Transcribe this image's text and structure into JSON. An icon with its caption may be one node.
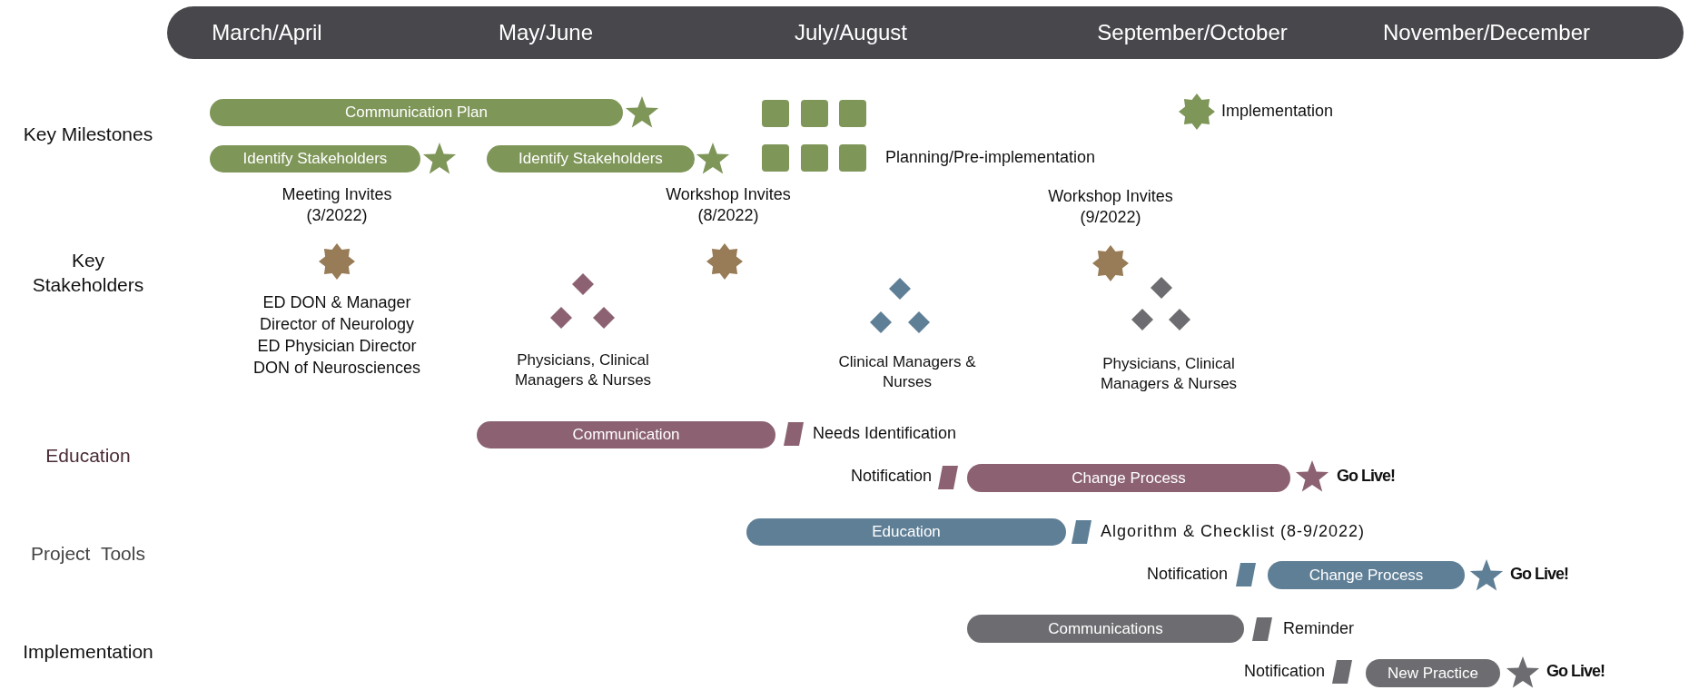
{
  "diagram": {
    "nodes": [
      {
        "text": [
          "March/April",
          "May/June",
          "July/August",
          "September/October",
          "November/December"
        ]
      },
      {
        "text": [
          "Communication Plan"
        ]
      },
      {
        "text": [
          "Identify Stakeholders"
        ]
      },
      {
        "text": [
          "Identify Stakeholders"
        ]
      },
      {
        "text": [
          "Communication"
        ]
      },
      {
        "text": [
          "Change Process"
        ]
      },
      {
        "text": [
          "Education"
        ]
      },
      {
        "text": [
          "Change Process"
        ]
      },
      {
        "text": [
          "Communications"
        ]
      },
      {
        "text": [
          "New Practice"
        ]
      }
    ],
    "edges": [],
    "labels": [
      "Key Milestones",
      "Meeting Invites (3/2022)",
      "Workshop Invites (8/2022)",
      "Workshop Invites (9/2022)",
      "Key Stakeholders",
      "ED DON & Manager",
      "Director of Neurology",
      "ED Physician Director",
      "DON of Neurosciences",
      "Physicians, Clinical Managers & Nurses",
      "Clinical Managers & Nurses",
      "Physicians, Clinical Managers & Nurses",
      "Needs Identification",
      "Education",
      "Notification",
      "Go Live!",
      "Algorithm & Checklist (8-9/2022)",
      "Project Tools",
      "Notification",
      "Go Live!",
      "Reminder",
      "Implementation",
      "Notification",
      "Go Live!"
    ],
    "legend": [
      {
        "text": "Implementation"
      },
      {
        "text": "Planning/Pre-implementation"
      }
    ]
  }
}
